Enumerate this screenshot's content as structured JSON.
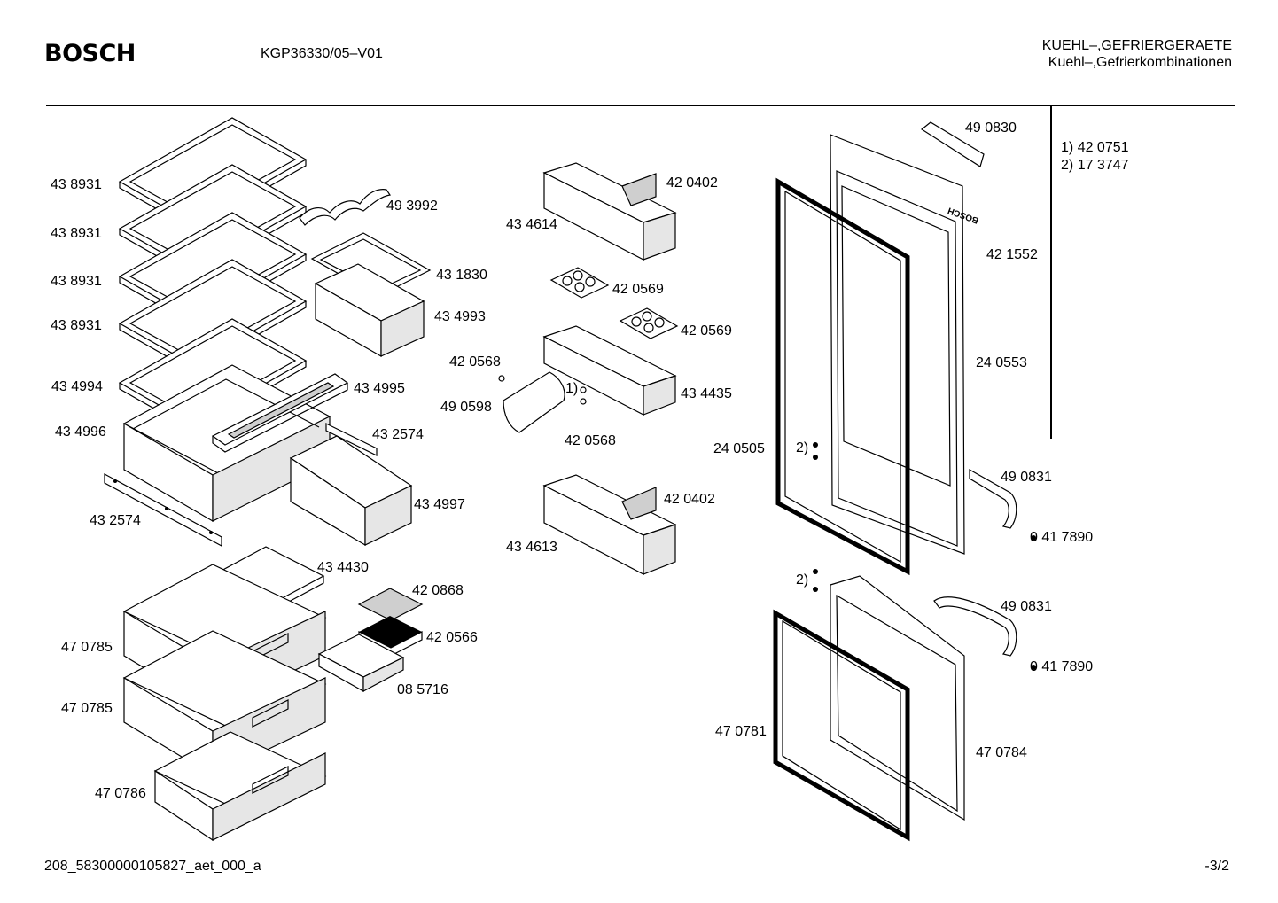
{
  "header": {
    "brand": "BOSCH",
    "model": "KGP36330/05–V01",
    "category_line1": "KUEHL–,GEFRIERGERAETE",
    "category_line2": "Kuehl–,Gefrierkombinationen"
  },
  "notes": [
    {
      "mark": "1)",
      "part": "42 0751"
    },
    {
      "mark": "2)",
      "part": "17 3747"
    }
  ],
  "parts": {
    "p438931a": "43 8931",
    "p438931b": "43 8931",
    "p438931c": "43 8931",
    "p438931d": "43 8931",
    "p434994": "43 4994",
    "p434996": "43 4996",
    "p432574a": "43 2574",
    "p493992": "49 3992",
    "p431830": "43 1830",
    "p434993": "43 4993",
    "p434995": "43 4995",
    "p432574b": "43 2574",
    "p434997": "43 4997",
    "p434430": "43 4430",
    "p470785a": "47 0785",
    "p470785b": "47 0785",
    "p470786": "47 0786",
    "p420868": "42 0868",
    "p420566": "42 0566",
    "p085716": "08 5716",
    "p420402a": "42 0402",
    "p434614": "43 4614",
    "p420569a": "42 0569",
    "p420569b": "42 0569",
    "p420568a": "42 0568",
    "p490598": "49 0598",
    "p434435": "43 4435",
    "p420568b": "42 0568",
    "mark1": "1)",
    "p420402b": "42 0402",
    "p434613": "43 4613",
    "p490830": "49 0830",
    "p421552": "42 1552",
    "p240553": "24 0553",
    "p240505": "24 0505",
    "mark2a": "2)",
    "mark2b": "2)",
    "p490831a": "49 0831",
    "p417890a": "0 41 7890",
    "p490831b": "49 0831",
    "p417890b": "0 41 7890",
    "p470781": "47 0781",
    "p470784": "47 0784"
  },
  "door_logo": "BOSCH",
  "footer": {
    "doc_id": "208_58300000105827_aet_000_a",
    "page": "-3/2"
  }
}
